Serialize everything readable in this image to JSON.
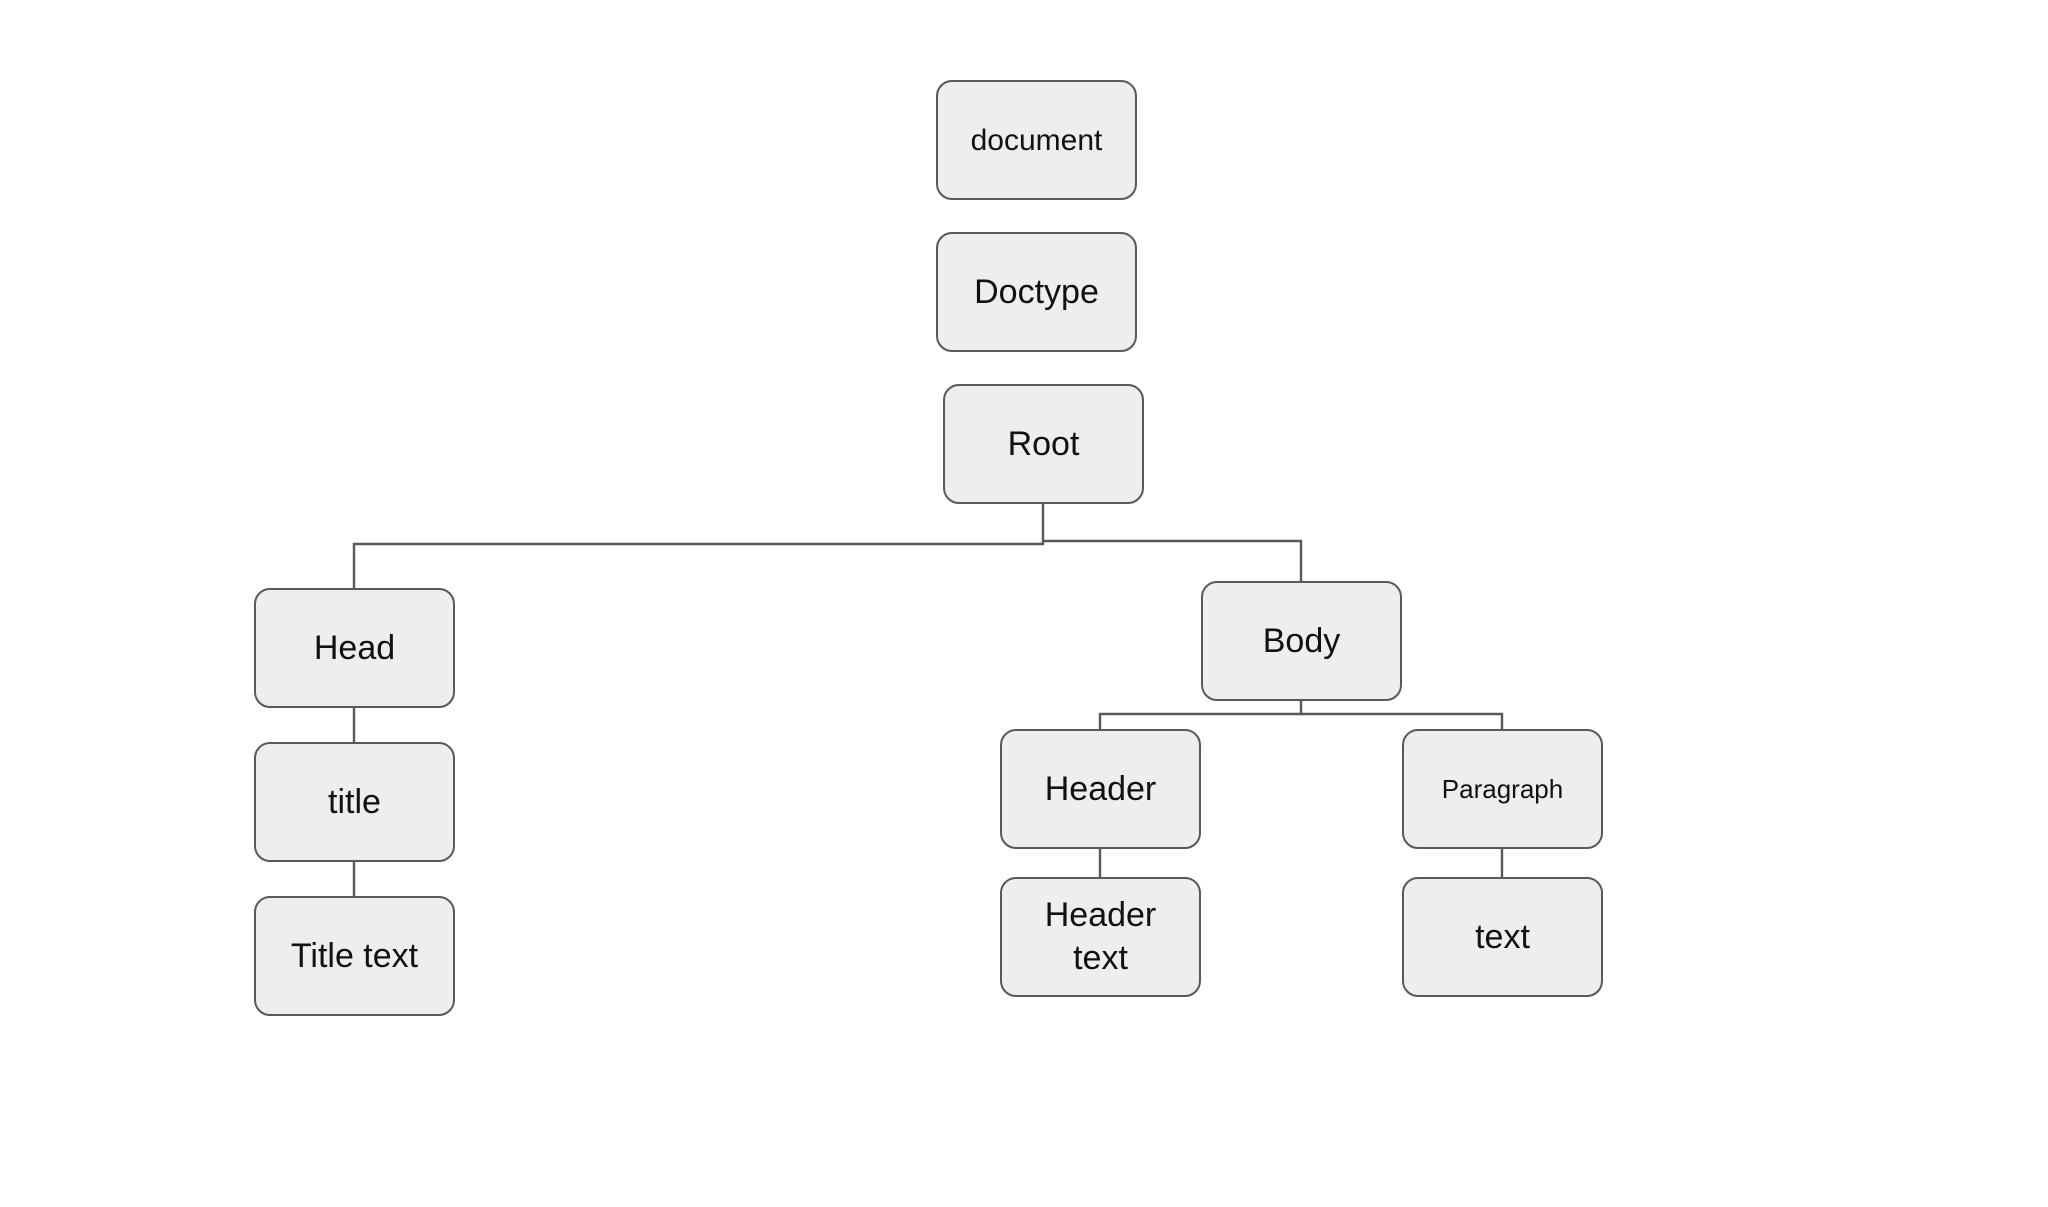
{
  "diagram": {
    "nodes": {
      "document": "document",
      "doctype": "Doctype",
      "root": "Root",
      "head": "Head",
      "title": "title",
      "title_text": "Title text",
      "body": "Body",
      "header": "Header",
      "header_text": "Header text",
      "paragraph": "Paragraph",
      "text": "text"
    },
    "edges": [
      [
        "root",
        "head"
      ],
      [
        "root",
        "body"
      ],
      [
        "head",
        "title"
      ],
      [
        "title",
        "title_text"
      ],
      [
        "body",
        "header"
      ],
      [
        "body",
        "paragraph"
      ],
      [
        "header",
        "header_text"
      ],
      [
        "paragraph",
        "text"
      ]
    ],
    "colors": {
      "node_fill": "#eeeeee",
      "node_border": "#595959",
      "connector": "#595959",
      "text": "#111111"
    }
  }
}
